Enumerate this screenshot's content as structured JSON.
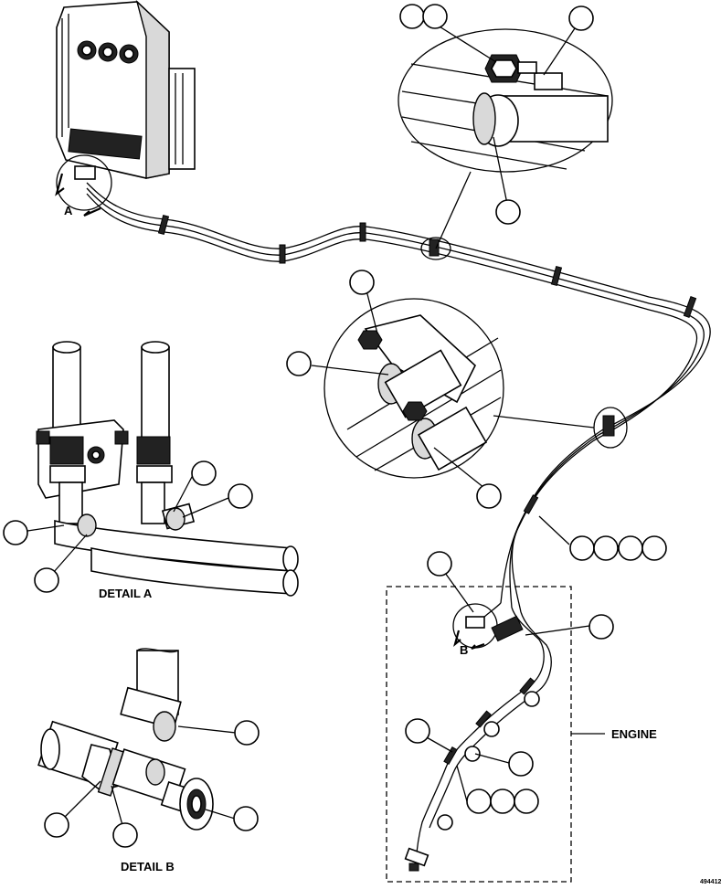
{
  "labels": {
    "detail_a": "DETAIL A",
    "detail_b": "DETAIL B",
    "engine": "ENGINE",
    "view_a": "A",
    "view_b": "B",
    "figure_id": "494412"
  },
  "callouts": [
    "callout-1",
    "callout-2",
    "callout-3",
    "callout-4",
    "callout-5",
    "callout-6",
    "callout-7",
    "callout-8",
    "callout-9",
    "callout-10",
    "callout-11",
    "callout-12",
    "callout-13",
    "callout-14",
    "callout-15",
    "callout-16",
    "callout-17",
    "callout-18",
    "callout-19",
    "callout-20",
    "callout-21",
    "callout-22",
    "callout-23",
    "callout-24",
    "callout-25",
    "callout-26",
    "callout-27",
    "callout-28",
    "callout-29"
  ]
}
